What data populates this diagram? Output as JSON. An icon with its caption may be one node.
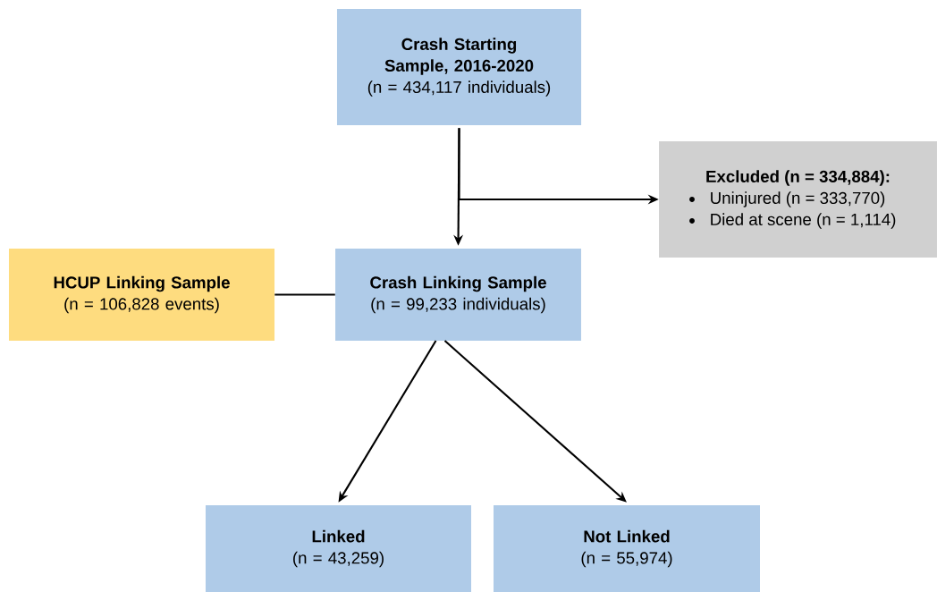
{
  "diagram": {
    "nodes": [
      {
        "text": [
          "Crash Starting Sample, 2016-2020",
          "(n = 434,117 individuals)"
        ]
      },
      {
        "text": [
          "Excluded (n = 334,884):",
          "Uninjured (n = 333,770)",
          "Died at scene (n = 1,114)"
        ]
      },
      {
        "text": [
          "HCUP Linking Sample",
          "(n = 106,828 events)"
        ]
      },
      {
        "text": [
          "Crash Linking Sample",
          "(n = 99,233 individuals)"
        ]
      },
      {
        "text": [
          "Linked",
          "(n = 43,259)"
        ]
      },
      {
        "text": [
          "Not Linked",
          "(n = 55,974)"
        ]
      }
    ],
    "edges": [
      {
        "from": 0,
        "to": 3,
        "arrow": "to"
      },
      {
        "from": 0,
        "to": 1,
        "arrow": "to"
      },
      {
        "from": 2,
        "to": 3,
        "arrow": "none"
      },
      {
        "from": 3,
        "to": 4,
        "arrow": "to"
      },
      {
        "from": 3,
        "to": 5,
        "arrow": "to"
      }
    ]
  }
}
